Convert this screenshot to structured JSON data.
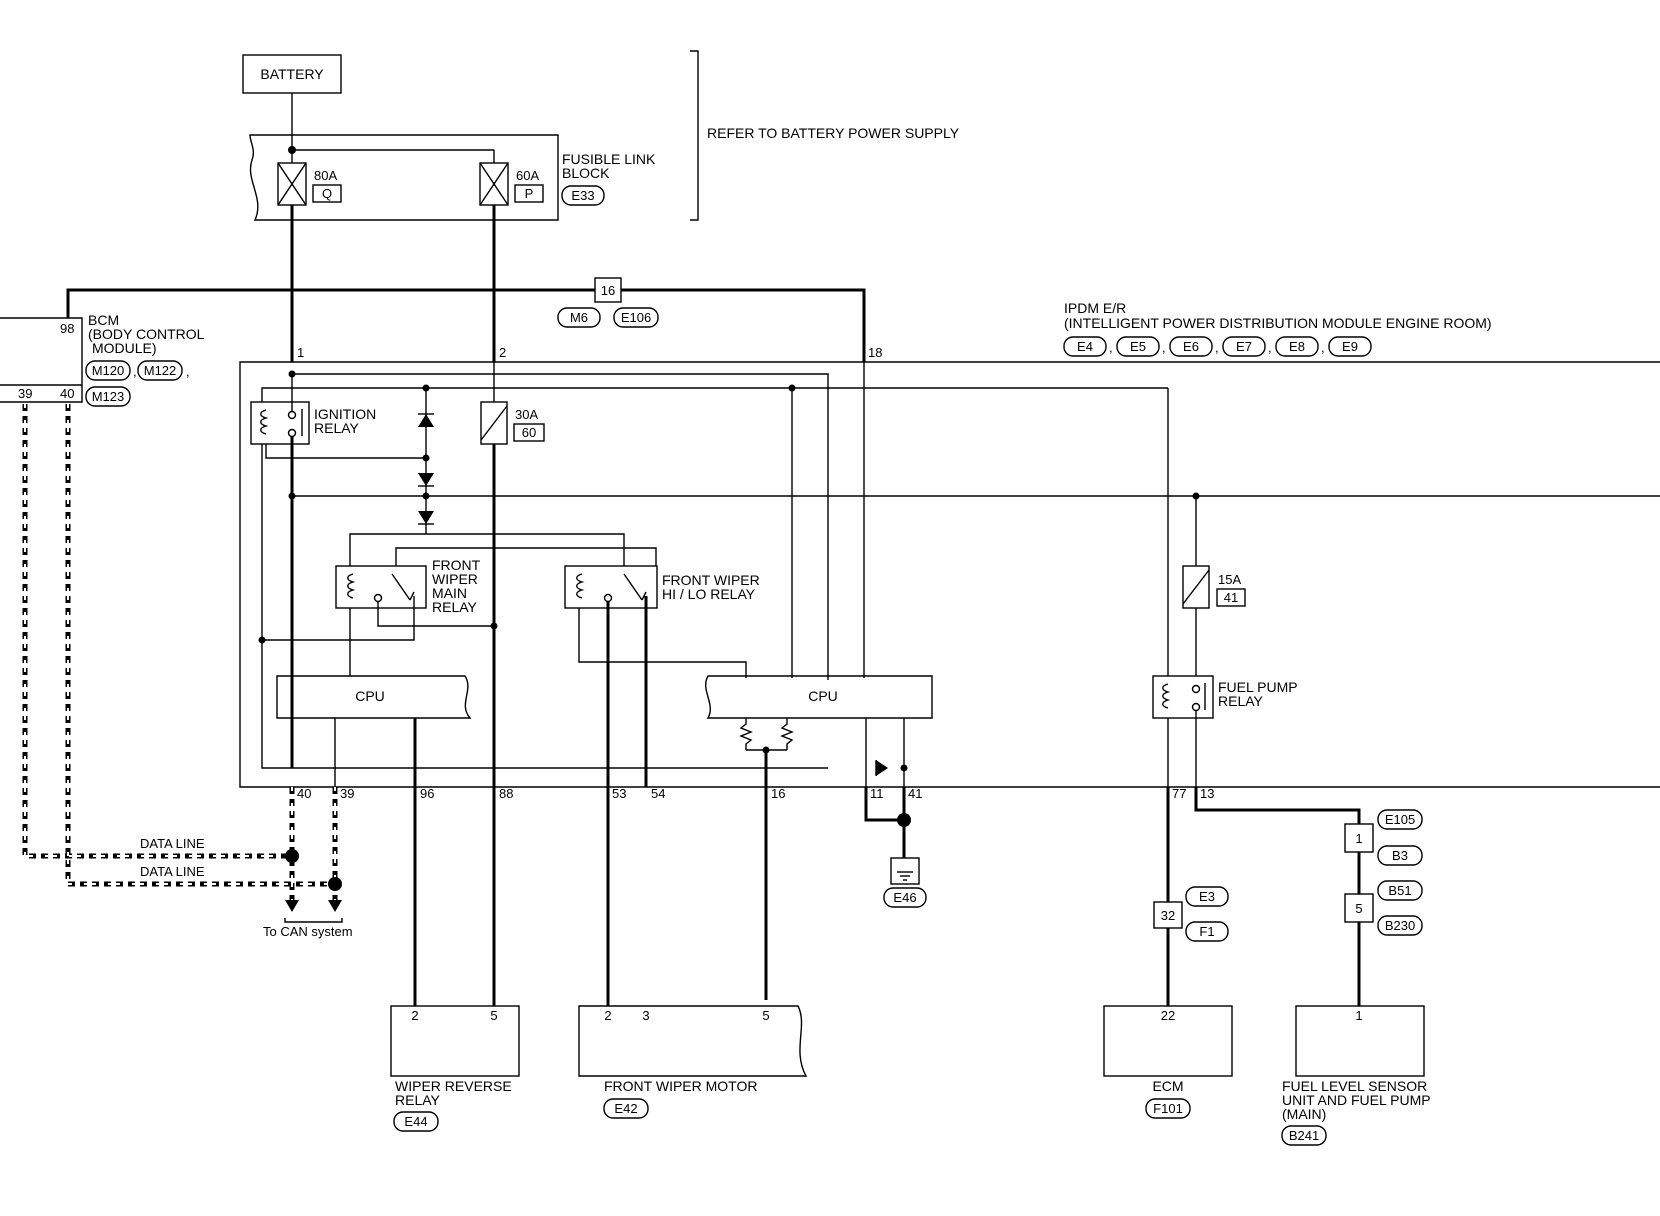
{
  "battery": "BATTERY",
  "refer_note": "REFER TO BATTERY POWER SUPPLY",
  "fusible_link": {
    "title_1": "FUSIBLE LINK",
    "title_2": "BLOCK",
    "connector": "E33",
    "fuse_a_amp": "80A",
    "fuse_a_id": "Q",
    "fuse_b_amp": "60A",
    "fuse_b_id": "P"
  },
  "joint_top": {
    "pin": "16",
    "conn_a": "M6",
    "conn_b": "E106"
  },
  "bcm": {
    "name_1": "BCM",
    "name_2": "(BODY CONTROL",
    "name_3": "MODULE)",
    "conn_1": "M120",
    "conn_2": "M122",
    "conn_3": "M123",
    "pin_98": "98",
    "pin_39": "39",
    "pin_40": "40"
  },
  "ipdm": {
    "name_1": "IPDM E/R",
    "name_2": "(INTELLIGENT POWER DISTRIBUTION MODULE ENGINE ROOM)",
    "connectors": [
      "E4",
      "E5",
      "E6",
      "E7",
      "E8",
      "E9"
    ],
    "pin_1": "1",
    "pin_2": "2",
    "pin_18": "18",
    "ignition_relay_1": "IGNITION",
    "ignition_relay_2": "RELAY",
    "fuse_30_amp": "30A",
    "fuse_30_id": "60",
    "main_relay_1": "FRONT",
    "main_relay_2": "WIPER",
    "main_relay_3": "MAIN",
    "main_relay_4": "RELAY",
    "hilo_relay_1": "FRONT WIPER",
    "hilo_relay_2": "HI / LO RELAY",
    "cpu_1": "CPU",
    "cpu_2": "CPU",
    "fuse_15_amp": "15A",
    "fuse_15_id": "41",
    "fuel_relay_1": "FUEL PUMP",
    "fuel_relay_2": "RELAY",
    "bottom_pins": [
      "40",
      "39",
      "96",
      "88",
      "53",
      "54",
      "16",
      "11",
      "41",
      "77",
      "13"
    ]
  },
  "data_line_1": "DATA LINE",
  "data_line_2": "DATA LINE",
  "can_note": "To CAN system",
  "ground": "E46",
  "j_fuel_1": {
    "pin": "1",
    "conn_a": "E105",
    "conn_b": "B3"
  },
  "j_fuel_2": {
    "pin": "5",
    "conn_a": "B51",
    "conn_b": "B230"
  },
  "j_ecm": {
    "pin": "32",
    "conn_a": "E3",
    "conn_b": "F1"
  },
  "wiper_reverse": {
    "name_1": "WIPER REVERSE",
    "name_2": "RELAY",
    "connector": "E44",
    "pin_a": "2",
    "pin_b": "5"
  },
  "front_motor": {
    "name": "FRONT WIPER MOTOR",
    "connector": "E42",
    "pin_a": "2",
    "pin_b": "3",
    "pin_c": "5"
  },
  "ecm": {
    "name": "ECM",
    "connector": "F101",
    "pin": "22"
  },
  "fuel_sensor": {
    "name_1": "FUEL LEVEL SENSOR",
    "name_2": "UNIT AND FUEL PUMP",
    "name_3": "(MAIN)",
    "connector": "B241",
    "pin": "1"
  }
}
